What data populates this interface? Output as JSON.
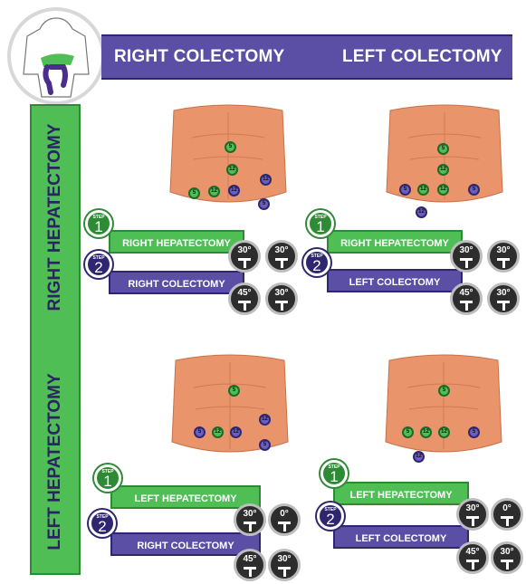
{
  "header": {
    "col1_title": "RIGHT COLECTOMY",
    "col2_title": "LEFT COLECTOMY"
  },
  "sidebar": {
    "row1_title": "RIGHT HEPATECTOMY",
    "row2_title": "LEFT HEPATECTOMY"
  },
  "panels": [
    {
      "step1": {
        "label": "STEP",
        "number": "1",
        "name": "RIGHT HEPATECTOMY",
        "angle1": "30°",
        "angle2": "30°"
      },
      "step2": {
        "label": "STEP",
        "number": "2",
        "name": "RIGHT COLECTOMY",
        "angle1": "45°",
        "angle2": "30°"
      },
      "ports": [
        "5",
        "12",
        "5",
        "12",
        "12",
        "12",
        "5"
      ]
    },
    {
      "step1": {
        "label": "STEP",
        "number": "1",
        "name": "RIGHT HEPATECTOMY",
        "angle1": "30°",
        "angle2": "30°"
      },
      "step2": {
        "label": "STEP",
        "number": "2",
        "name": "LEFT COLECTOMY",
        "angle1": "45°",
        "angle2": "30°"
      },
      "ports": [
        "5",
        "12",
        "5",
        "12",
        "12",
        "5",
        "12"
      ]
    },
    {
      "step1": {
        "label": "STEP",
        "number": "1",
        "name": "LEFT HEPATECTOMY",
        "angle1": "30°",
        "angle2": "0°"
      },
      "step2": {
        "label": "STEP",
        "number": "2",
        "name": "RIGHT COLECTOMY",
        "angle1": "45°",
        "angle2": "30°"
      },
      "ports": [
        "5",
        "5",
        "12",
        "12",
        "12",
        "5"
      ]
    },
    {
      "step1": {
        "label": "STEP",
        "number": "1",
        "name": "LEFT HEPATECTOMY",
        "angle1": "30°",
        "angle2": "0°"
      },
      "step2": {
        "label": "STEP",
        "number": "2",
        "name": "LEFT COLECTOMY",
        "angle1": "45°",
        "angle2": "30°"
      },
      "ports": [
        "5",
        "5",
        "12",
        "12",
        "5",
        "12"
      ]
    }
  ],
  "colors": {
    "green": "#4fbf55",
    "purple": "#5a4fa5",
    "skin": "#e9946a"
  },
  "icons": {
    "logo": "torso-organs-icon",
    "table": "operating-table-icon"
  }
}
